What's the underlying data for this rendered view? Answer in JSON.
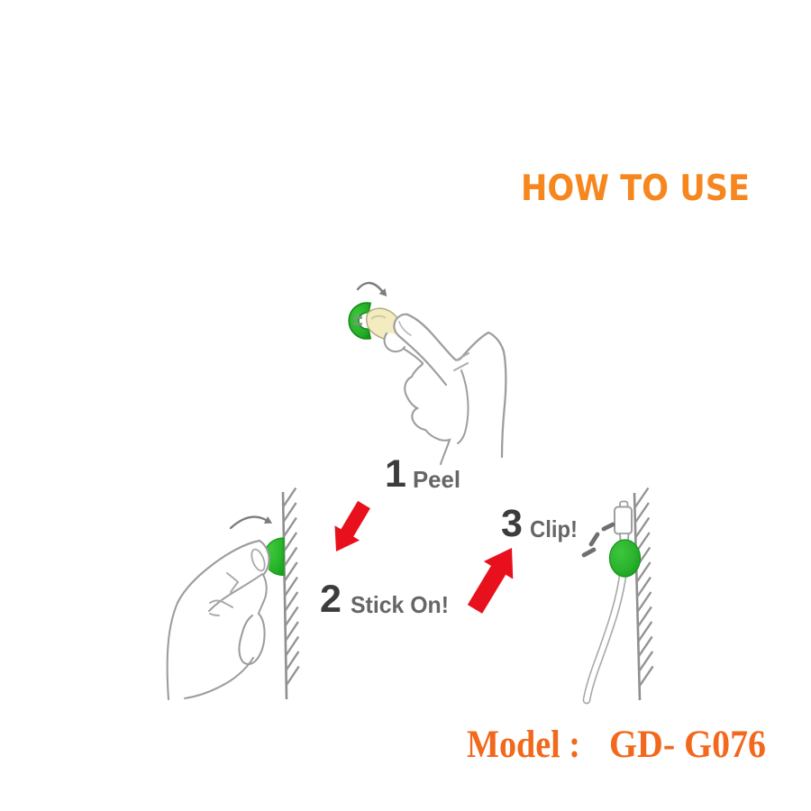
{
  "title": "HOW TO USE",
  "steps": [
    {
      "number": "1",
      "label": "Peel"
    },
    {
      "number": "2",
      "label": "Stick On!"
    },
    {
      "number": "3",
      "label": "Clip!"
    }
  ],
  "model": {
    "label": "Model :",
    "value": "GD- G076"
  },
  "colors": {
    "title_orange": "#F6871F",
    "model_orange": "#F2681C",
    "arrow_red": "#E8101D",
    "clip_green": "#2BB92C",
    "clip_green_dark": "#1D9C1E",
    "peel_cream": "#F2ECC0",
    "line_gray": "#9E9E9E",
    "number_gray": "#3C3C3C",
    "label_gray": "#666666"
  },
  "illustrations": {
    "step1": "hand peeling adhesive backing off green cable clip",
    "step2": "hand pressing green cable clip onto wall",
    "step3": "usb cable snapped into green cable clip on wall"
  }
}
